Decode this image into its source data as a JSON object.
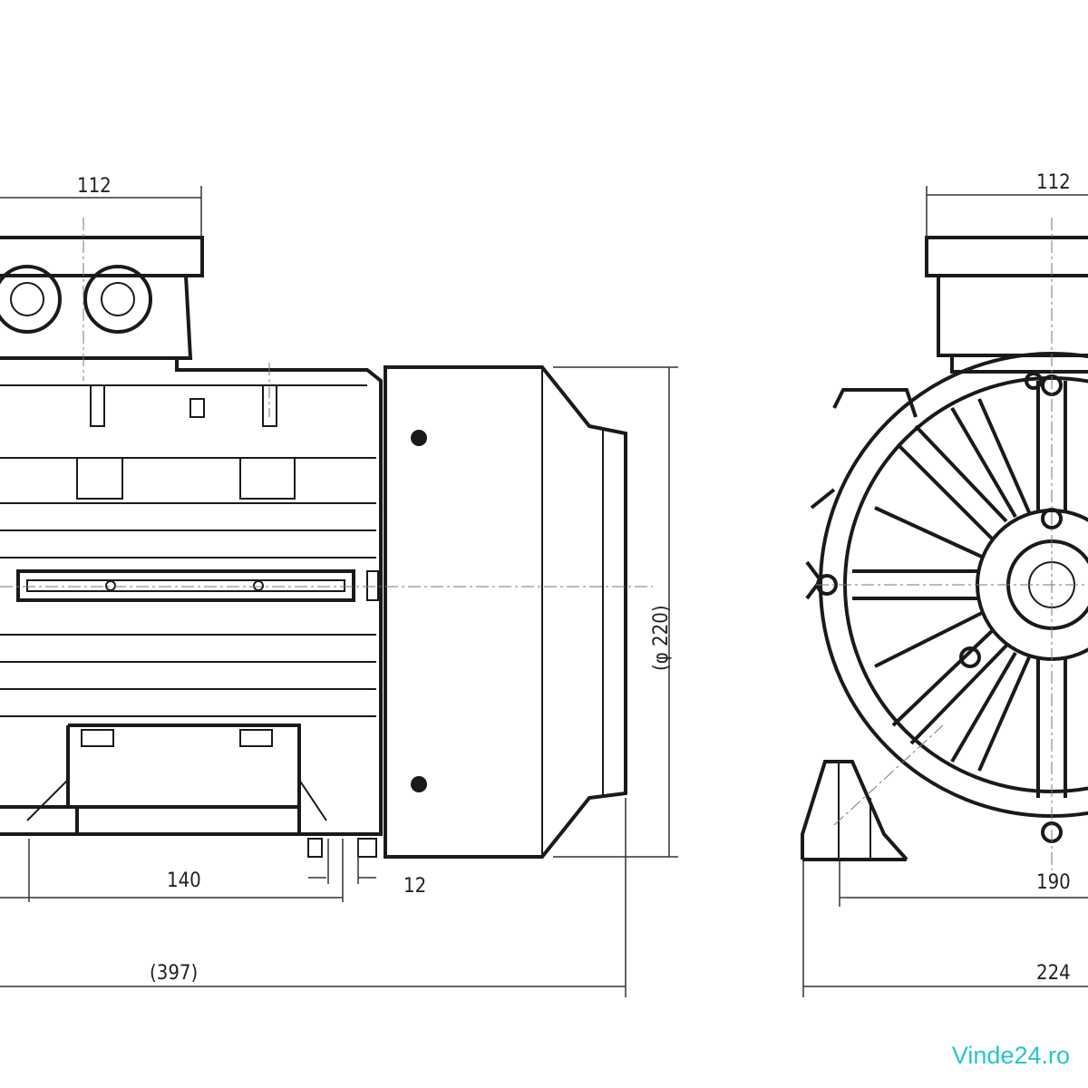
{
  "drawing": {
    "side_view": {
      "terminal_box_width": "112",
      "fan_cover_diameter": "(φ 220)",
      "foot_hole_spacing": "140",
      "foot_offset": "12",
      "overall_length": "(397)"
    },
    "front_view": {
      "terminal_box_width": "112",
      "foot_hole_spacing": "190",
      "foot_width": "224"
    }
  },
  "watermark": "Vinde24.ro",
  "colors": {
    "line": "#1a1a1a",
    "watermark": "#28c3cf"
  }
}
